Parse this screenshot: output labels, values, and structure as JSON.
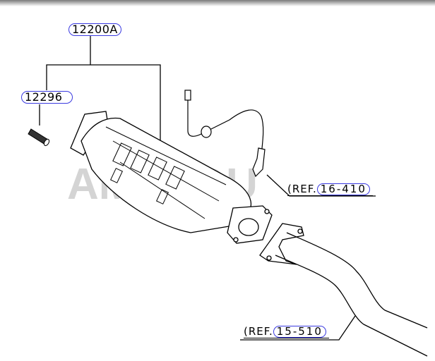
{
  "diagram": {
    "parts": [
      {
        "number": "12200A"
      },
      {
        "number": "12296"
      }
    ],
    "references": [
      {
        "prefix": "(REF.",
        "code": "16-410"
      },
      {
        "prefix": "(REF.",
        "code": "15-510"
      }
    ],
    "watermark": "AMAYAMA",
    "colors": {
      "callout_border": "#3a3ae0"
    }
  }
}
